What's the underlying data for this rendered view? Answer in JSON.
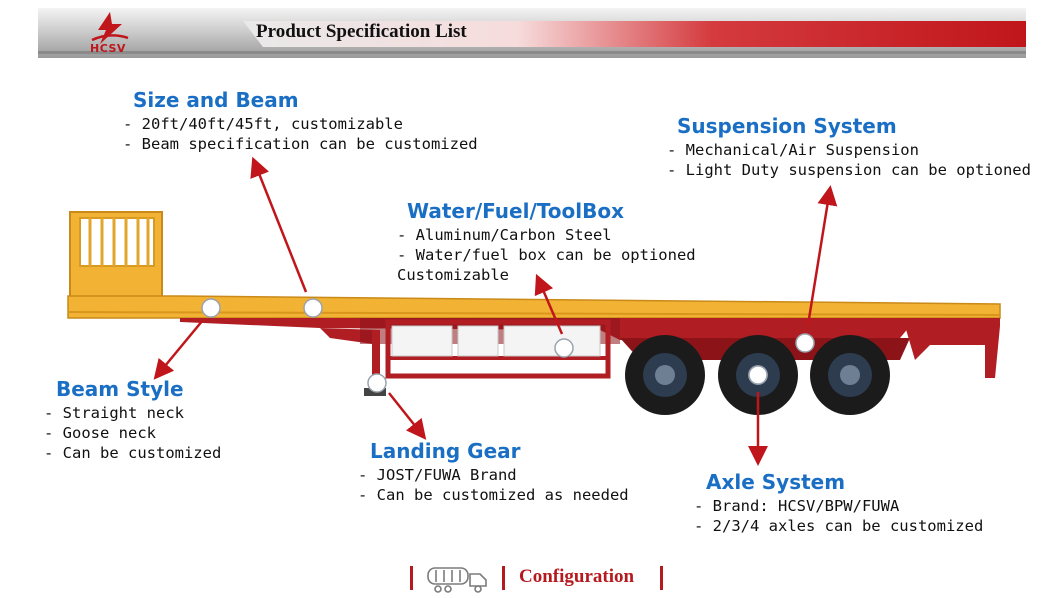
{
  "header": {
    "logo_text": "HCSV",
    "title": "Product Specification List"
  },
  "callouts": {
    "size_beam": {
      "title": "Size and Beam",
      "lines": [
        "- 20ft/40ft/45ft, customizable",
        "- Beam specification can be customized"
      ]
    },
    "suspension": {
      "title": "Suspension System",
      "lines": [
        "- Mechanical/Air Suspension",
        "- Light Duty suspension can be optioned"
      ]
    },
    "toolbox": {
      "title": "Water/Fuel/ToolBox",
      "lines": [
        "- Aluminum/Carbon Steel",
        "- Water/fuel box can be optioned",
        "Customizable"
      ]
    },
    "beam_style": {
      "title": "Beam Style",
      "lines": [
        "- Straight neck",
        "- Goose neck",
        "- Can be customized"
      ]
    },
    "landing_gear": {
      "title": "Landing Gear",
      "lines": [
        "- JOST/FUWA Brand",
        "- Can be customized as needed"
      ]
    },
    "axle": {
      "title": "Axle System",
      "lines": [
        "- Brand: HCSV/BPW/FUWA",
        "- 2/3/4 axles can be customized"
      ]
    }
  },
  "footer": {
    "label": "Configuration",
    "icon": "tanker-truck-icon"
  },
  "colors": {
    "accent_red": "#c0161b",
    "title_blue": "#1a6fc4",
    "deck_yellow": "#f2b233",
    "chassis_red": "#b01e24"
  }
}
